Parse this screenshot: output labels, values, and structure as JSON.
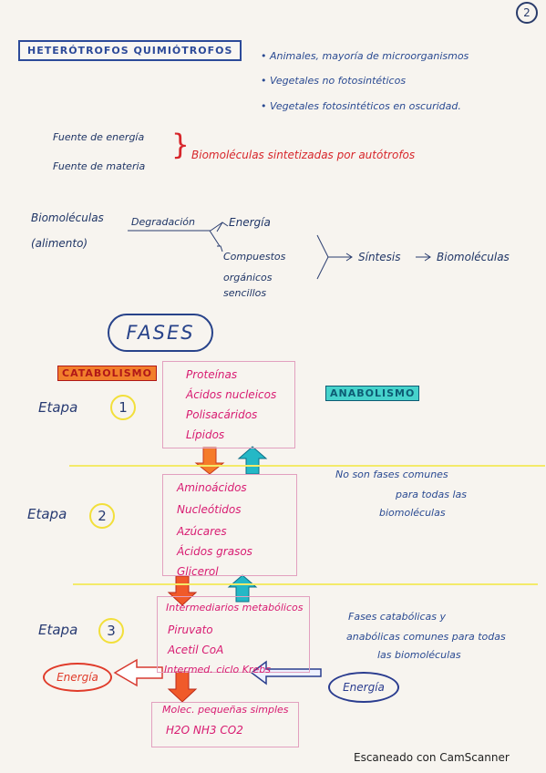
{
  "page_number": "2",
  "header": {
    "title": "HETERÓTROFOS QUIMIÓTROFOS",
    "notes": [
      "• Animales, mayoría de microorganismos",
      "• Vegetales no fotosintéticos",
      "• Vegetales fotosintéticos en oscuridad."
    ]
  },
  "sources": {
    "energia": "Fuente de energía",
    "materia": "Fuente de materia",
    "result": "Biomoléculas sintetizadas por autótrofos"
  },
  "flow": {
    "left_label_1": "Biomoléculas",
    "left_label_2": "(alimento)",
    "degradacion": "Degradación",
    "energia": "Energía",
    "compuestos_1": "Compuestos",
    "compuestos_2": "orgánicos",
    "compuestos_3": "sencillos",
    "sintesis": "Síntesis",
    "biomoleculas": "Biomoléculas"
  },
  "fases": "FASES",
  "catabolismo": "CATABOLISMO",
  "anabolismo": "ANABOLISMO",
  "etapas": [
    {
      "label": "Etapa",
      "num": "1",
      "items": [
        "Proteínas",
        "Ácidos nucleicos",
        "Polisacáridos",
        "Lípidos"
      ]
    },
    {
      "label": "Etapa",
      "num": "2",
      "items": [
        "Aminoácidos",
        "Nucleótidos",
        "Azúcares",
        "Ácidos grasos",
        "Glicerol"
      ]
    },
    {
      "label": "Etapa",
      "num": "3",
      "items": [
        "Intermediarios metabólicos",
        "Piruvato",
        "Acetil CoA",
        "Intermed. ciclo Krebs"
      ]
    }
  ],
  "notes_right": {
    "n1": "No son fases comunes",
    "n2": "para todas las",
    "n3": "biomoléculas",
    "n4": "Fases catabólicas y",
    "n5": "anabólicas comunes para todas",
    "n6": "las biomoléculas"
  },
  "energia_red": "Energía",
  "energia_blue": "Energía",
  "final_box": {
    "title": "Molec. pequeñas simples",
    "items": "H2O   NH3   CO2"
  },
  "footer": "Escaneado con CamScanner"
}
